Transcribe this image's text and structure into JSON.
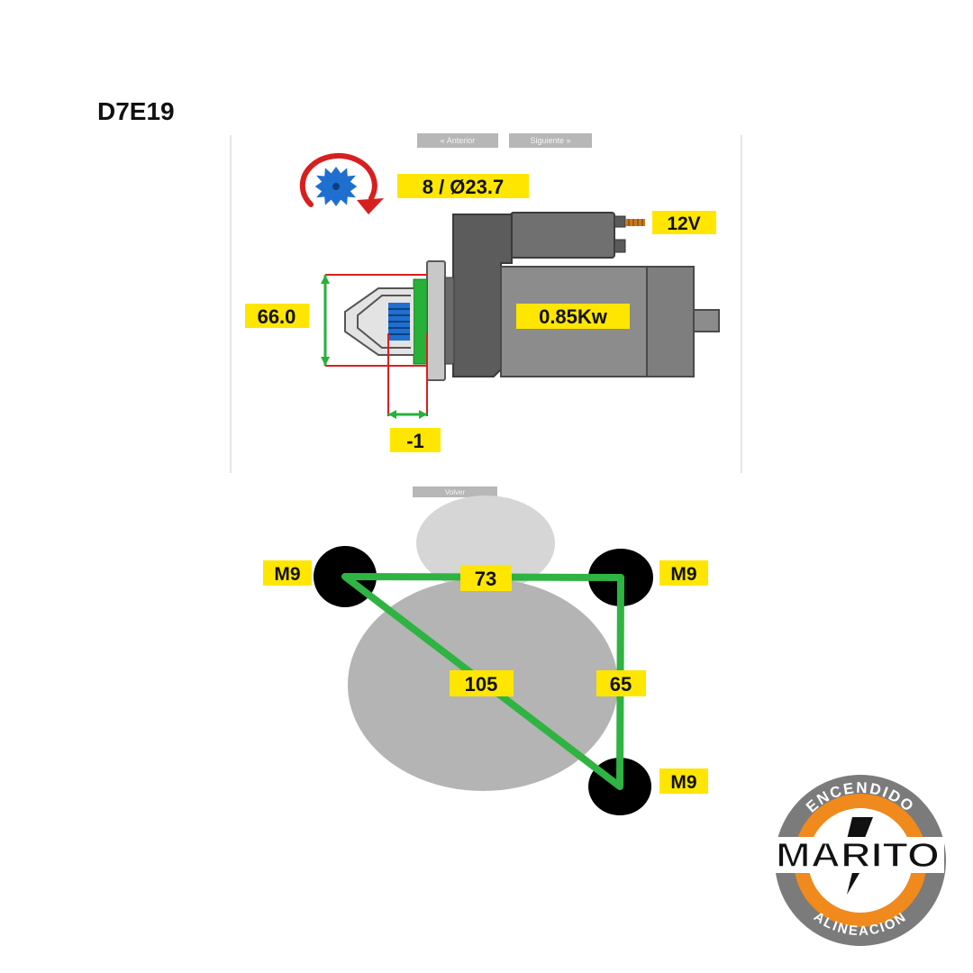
{
  "title": "D7E19",
  "nav": {
    "prev_label": "« Anterior",
    "next_label": "Siguiente »",
    "bottom_label": "Volver"
  },
  "starter": {
    "pinion_spec": "8 / Ø23.7",
    "voltage": "12V",
    "power": "0.85Kw",
    "pinion_height": "66.0",
    "pinion_offset": "-1"
  },
  "mounting": {
    "bolt_labels": [
      "M9",
      "M9",
      "M9"
    ],
    "dist_top": "73",
    "dist_diag": "105",
    "dist_right": "65"
  },
  "logo": {
    "name": "MARITO",
    "top_text": "ENCENDIDO",
    "bottom_text": "ALINEACION"
  },
  "colors": {
    "label_bg": "#ffe600",
    "pinion_blue": "#1f6fd0",
    "rotation_red": "#d81f1f",
    "dimension_green": "#27b03a",
    "triangle_green": "#2fb342",
    "body_gray": "#8c8c8c",
    "logo_orange": "#f08a1c"
  }
}
